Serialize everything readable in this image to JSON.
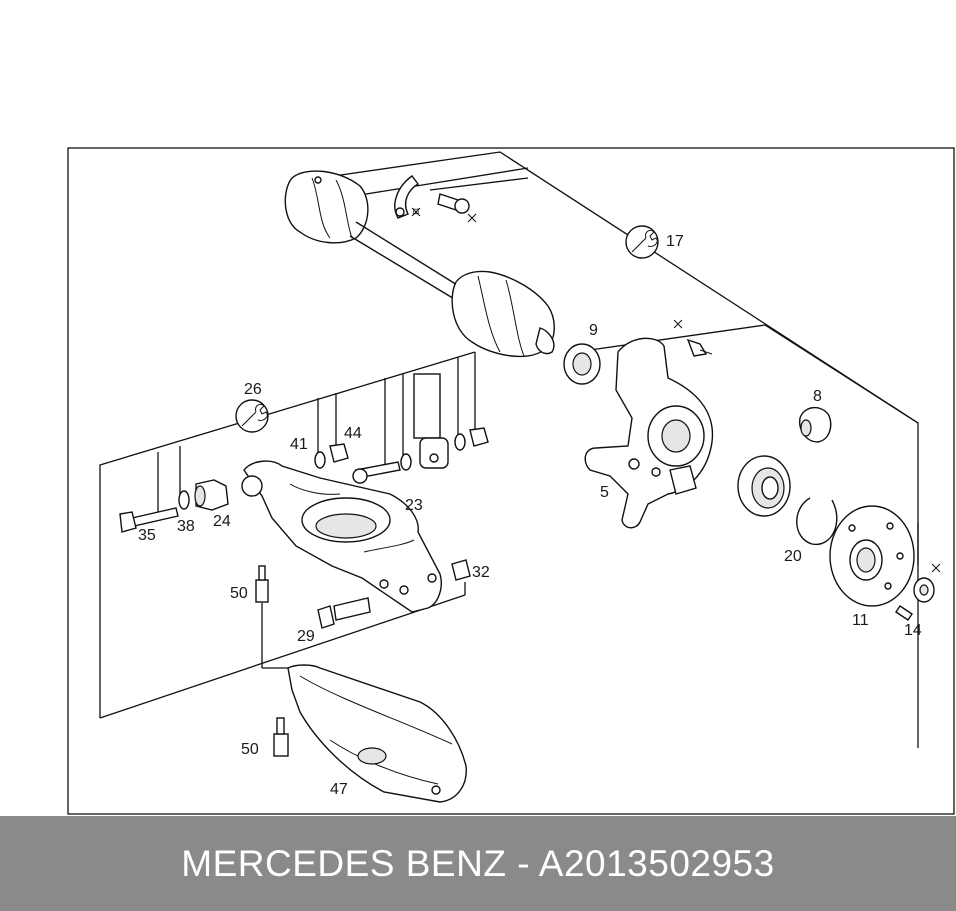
{
  "labels": {
    "p17": "17",
    "p9": "9",
    "p26": "26",
    "p8": "8",
    "p41": "41",
    "p44": "44",
    "p23": "23",
    "p5": "5",
    "p35": "35",
    "p38": "38",
    "p24": "24",
    "p32": "32",
    "p20": "20",
    "p50a": "50",
    "p29": "29",
    "p11": "11",
    "p14": "14",
    "p50b": "50",
    "p47": "47"
  },
  "footer": {
    "text": "MERCEDES BENZ - A2013502953"
  },
  "icons": {
    "tool_symbol": "wrench-icon",
    "torque_marker": "torque-cross-icon"
  }
}
